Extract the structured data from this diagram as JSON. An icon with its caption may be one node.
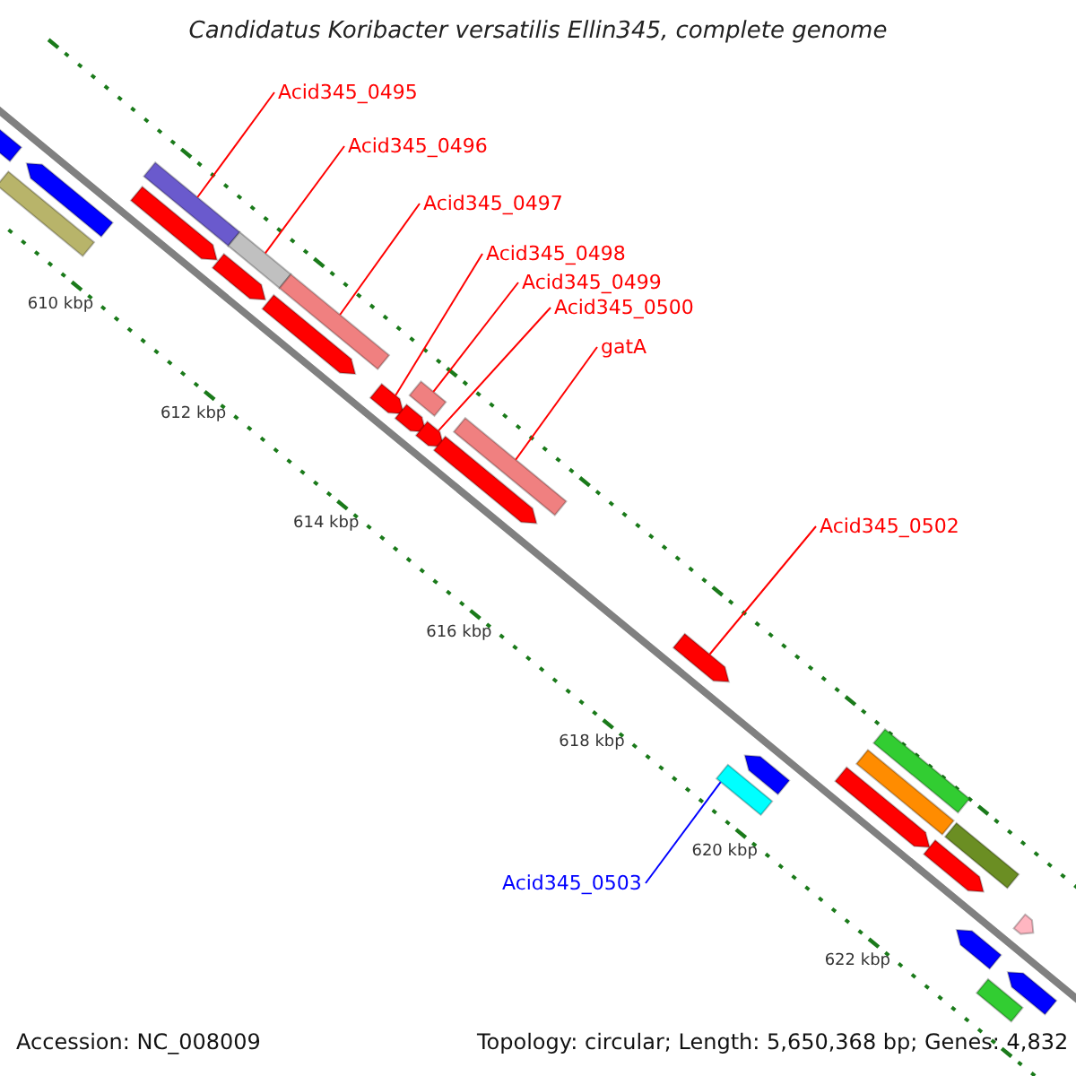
{
  "diagram": {
    "title": "Candidatus Koribacter versatilis Ellin345, complete genome",
    "nodes": [
      {
        "text": [
          "Acid345_0495"
        ]
      },
      {
        "text": [
          "Acid345_0496"
        ]
      },
      {
        "text": [
          "Acid345_0497"
        ]
      },
      {
        "text": [
          "Acid345_0498"
        ]
      },
      {
        "text": [
          "Acid345_0499"
        ]
      },
      {
        "text": [
          "Acid345_0500"
        ]
      },
      {
        "text": [
          "gatA"
        ]
      },
      {
        "text": [
          "Acid345_0502"
        ]
      },
      {
        "text": [
          "Acid345_0503"
        ]
      },
      {
        "text": [],
        "shape": "bar"
      },
      {
        "text": [],
        "shape": "pentagon"
      },
      {
        "text": [],
        "shape": "pentagon"
      },
      {
        "text": [],
        "shape": "bar"
      },
      {
        "text": [],
        "shape": "pentagon"
      },
      {
        "text": [],
        "shape": "bar"
      },
      {
        "text": [],
        "shape": "pentagon"
      },
      {
        "text": [],
        "shape": "bar"
      },
      {
        "text": [],
        "shape": "pentagon"
      },
      {
        "text": [],
        "shape": "pentagon"
      },
      {
        "text": [],
        "shape": "bar"
      },
      {
        "text": [],
        "shape": "pentagon"
      },
      {
        "text": [],
        "shape": "pentagon"
      },
      {
        "text": [],
        "shape": "pentagon"
      },
      {
        "text": [],
        "shape": "bar"
      },
      {
        "text": [],
        "shape": "pentagon"
      },
      {
        "text": [],
        "shape": "bar"
      },
      {
        "text": [],
        "shape": "pentagon"
      },
      {
        "text": [],
        "shape": "pentagon"
      },
      {
        "text": [],
        "shape": "bar"
      },
      {
        "text": [],
        "shape": "bar"
      },
      {
        "text": [],
        "shape": "pentagon"
      },
      {
        "text": [],
        "shape": "bar"
      },
      {
        "text": [],
        "shape": "pentagon"
      },
      {
        "text": [],
        "shape": "pentagon"
      },
      {
        "text": [],
        "shape": "bar"
      },
      {
        "text": [],
        "shape": "pentagon"
      }
    ],
    "edges": [
      {
        "from": 0,
        "to": 12,
        "arrow": "none"
      },
      {
        "from": 1,
        "to": 14,
        "arrow": "none"
      },
      {
        "from": 2,
        "to": 16,
        "arrow": "none"
      },
      {
        "from": 3,
        "to": 18,
        "arrow": "none"
      },
      {
        "from": 4,
        "to": 19,
        "arrow": "none"
      },
      {
        "from": 5,
        "to": 21,
        "arrow": "none"
      },
      {
        "from": 6,
        "to": 23,
        "arrow": "none"
      },
      {
        "from": 7,
        "to": 24,
        "arrow": "none"
      },
      {
        "from": 8,
        "to": 25,
        "arrow": "none",
        "color": "#0000ff"
      }
    ],
    "labels": [
      "610 kbp",
      "612 kbp",
      "614 kbp",
      "616 kbp",
      "618 kbp",
      "620 kbp",
      "622 kbp",
      "Accession: NC_008009",
      "Topology: circular; Length: 5,650,368 bp; Genes: 4,832"
    ]
  }
}
